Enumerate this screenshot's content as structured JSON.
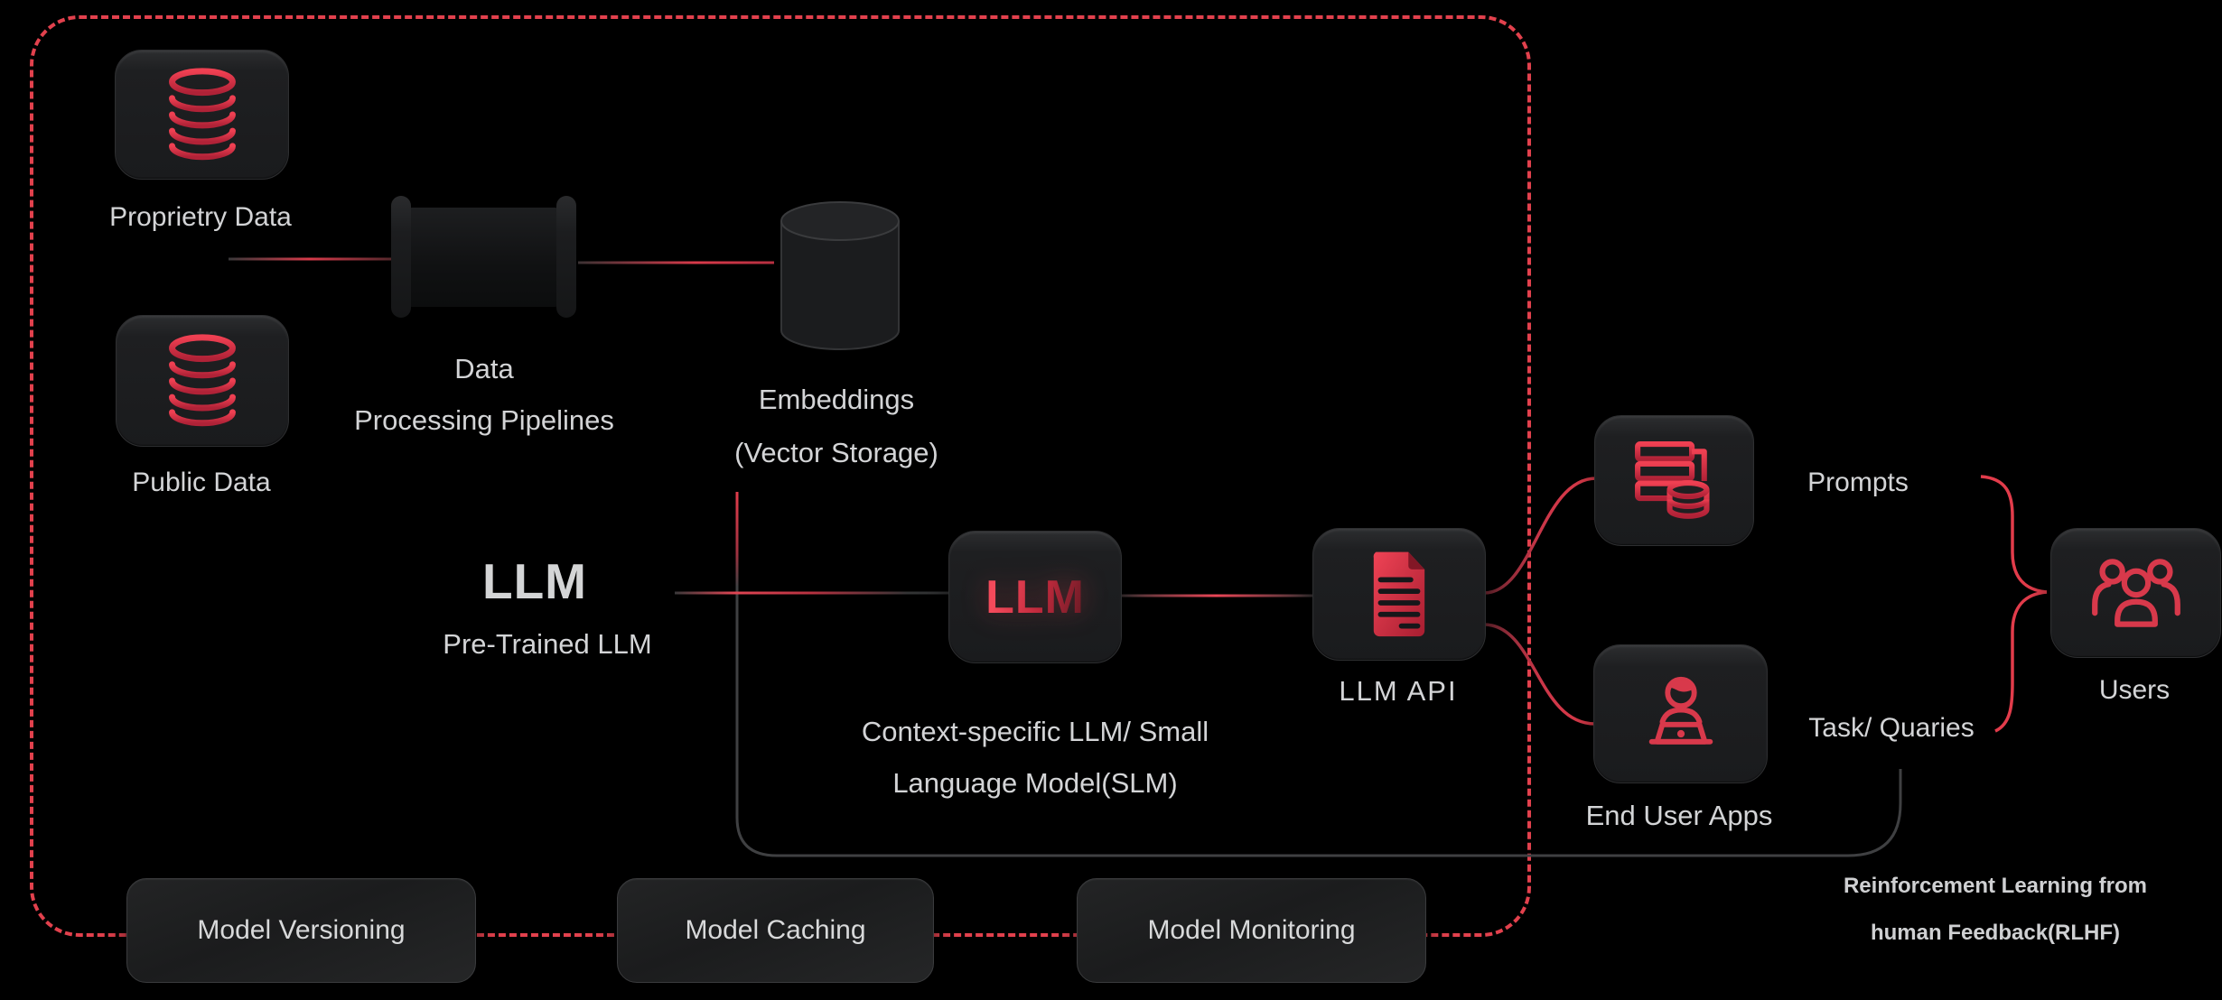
{
  "nodes": {
    "proprietary": {
      "label": "Proprietry Data"
    },
    "public": {
      "label": "Public Data"
    },
    "pipeline": {
      "line1": "Data",
      "line2": "Processing Pipelines"
    },
    "embeddings": {
      "line1": "Embeddings",
      "line2": "(Vector Storage)"
    },
    "pretrained": {
      "title": "LLM",
      "subtitle": "Pre-Trained LLM"
    },
    "context": {
      "icon_text": "LLM",
      "line1": "Context-specific LLM/ Small",
      "line2": "Language Model(SLM)"
    },
    "api": {
      "label": "LLM API"
    },
    "prompts": {
      "label": "Prompts"
    },
    "end_user": {
      "label": "End User Apps"
    },
    "task": {
      "label": "Task/ Quaries"
    },
    "users": {
      "label": "Users"
    }
  },
  "controls": {
    "versioning": "Model Versioning",
    "caching": "Model Caching",
    "monitoring": "Model Monitoring"
  },
  "annotation": {
    "rlhf_line1": "Reinforcement Learning from",
    "rlhf_line2": "human Feedback(RLHF)"
  },
  "colors": {
    "background": "#000000",
    "accent_red": "#e23c4b",
    "dashed_border": "#e2414d",
    "icon_red_bright": "#ef4052",
    "icon_red_dark": "#b02237",
    "text": "#d6d7d8",
    "tile": "#1e1f21",
    "connector_gray": "#3f4042"
  }
}
